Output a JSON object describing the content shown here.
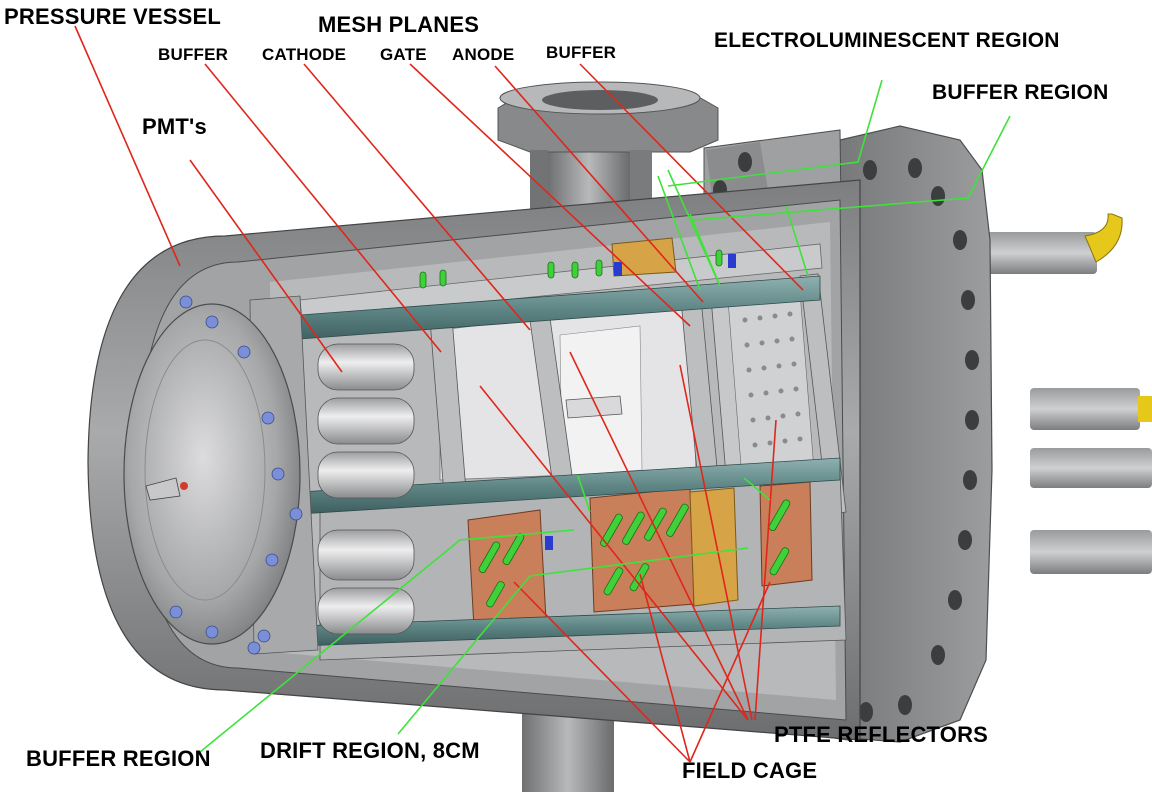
{
  "labels": {
    "pressure_vessel": "PRESSURE VESSEL",
    "mesh_planes": "MESH PLANES",
    "buffer_top": "BUFFER",
    "cathode": "CATHODE",
    "gate": "GATE",
    "anode": "ANODE",
    "buffer_top2": "BUFFER",
    "electroluminescent_region": "ELECTROLUMINESCENT REGION",
    "buffer_region_right": "BUFFER REGION",
    "pmts": "PMT's",
    "buffer_region_left": "BUFFER REGION",
    "drift_region": "DRIFT REGION, 8CM",
    "ptfe_reflectors": "PTFE REFLECTORS",
    "field_cage": "FIELD CAGE"
  },
  "colors": {
    "callout_red": "#e0261b",
    "callout_green": "#3ee23a",
    "vessel_gray": "#8f9092",
    "rod_teal": "#5e8585",
    "copper": "#c9805a",
    "ptfe_green": "#3fd13a",
    "brass": "#d6a347",
    "yellow_cable": "#f2d21b"
  }
}
